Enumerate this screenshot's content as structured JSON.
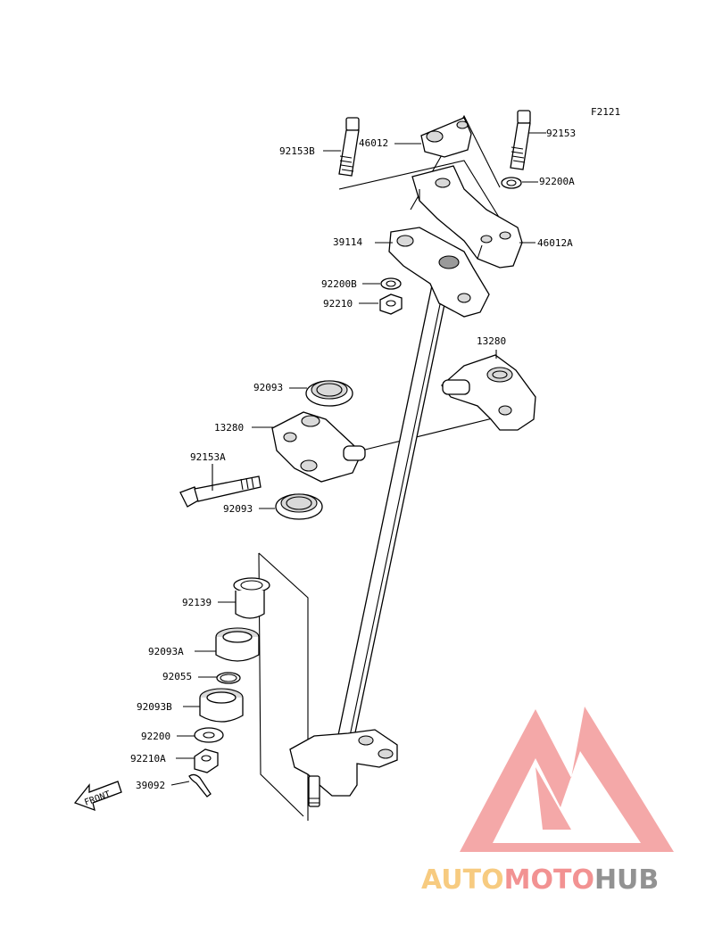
{
  "figure_code": "F2121",
  "parts": [
    {
      "id": "92153B"
    },
    {
      "id": "46012"
    },
    {
      "id": "92153"
    },
    {
      "id": "92200A"
    },
    {
      "id": "39114"
    },
    {
      "id": "46012A"
    },
    {
      "id": "92200B"
    },
    {
      "id": "92210"
    },
    {
      "id": "13280"
    },
    {
      "id": "92093"
    },
    {
      "id": "13280"
    },
    {
      "id": "92153A"
    },
    {
      "id": "92093"
    },
    {
      "id": "92139"
    },
    {
      "id": "92093A"
    },
    {
      "id": "92055"
    },
    {
      "id": "92093B"
    },
    {
      "id": "92200"
    },
    {
      "id": "92210A"
    },
    {
      "id": "39092"
    }
  ],
  "front_arrow": "FRONT",
  "watermark": {
    "auto": "AUTO",
    "moto": "MOTO",
    "hub": "HUB",
    "colors": {
      "auto": "#f6c36a",
      "moto": "#f07f7f",
      "hub": "#808080",
      "triangle": "#f39a9a"
    }
  }
}
